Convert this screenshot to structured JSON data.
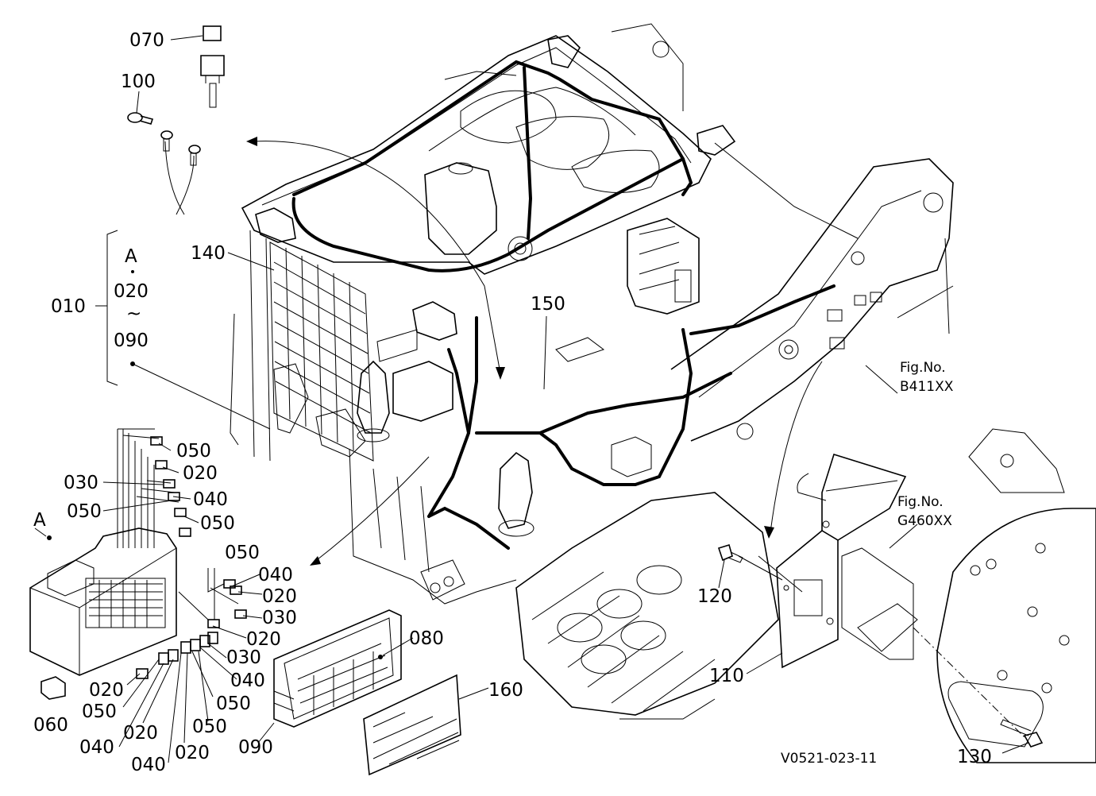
{
  "labels": {
    "l070": "070",
    "l100": "100",
    "l140": "140",
    "l010": "010",
    "lA_group": "A",
    "l020_group": "020",
    "l_tilde": "~",
    "l090_group": "090",
    "l150": "150",
    "fig1_a": "Fig.No.",
    "fig1_b": "B411XX",
    "fig2_a": "Fig.No.",
    "fig2_b": "G460XX",
    "l050_a": "050",
    "l020_a": "020",
    "l030_a": "030",
    "l040_a": "040",
    "l050_b": "050",
    "l050_c": "050",
    "lA_box": "A",
    "l050_d": "050",
    "l040_b": "040",
    "l020_b": "020",
    "l030_b": "030",
    "l020_c": "020",
    "l030_c": "030",
    "l040_c": "040",
    "l050_e": "050",
    "l050_f": "050",
    "l020_d": "020",
    "l050_g": "050",
    "l020_e": "020",
    "l040_d": "040",
    "l040_e": "040",
    "l020_f": "020",
    "l060": "060",
    "l080": "080",
    "l160": "160",
    "l090": "090",
    "l120": "120",
    "l110": "110",
    "l130": "130",
    "code": "V0521-023-11"
  },
  "icons": [
    "relay-icon",
    "bolt-icon",
    "ground-terminal-icon",
    "fuse-icon",
    "fuse-box-icon",
    "lamp-icon",
    "bracket-icon"
  ]
}
